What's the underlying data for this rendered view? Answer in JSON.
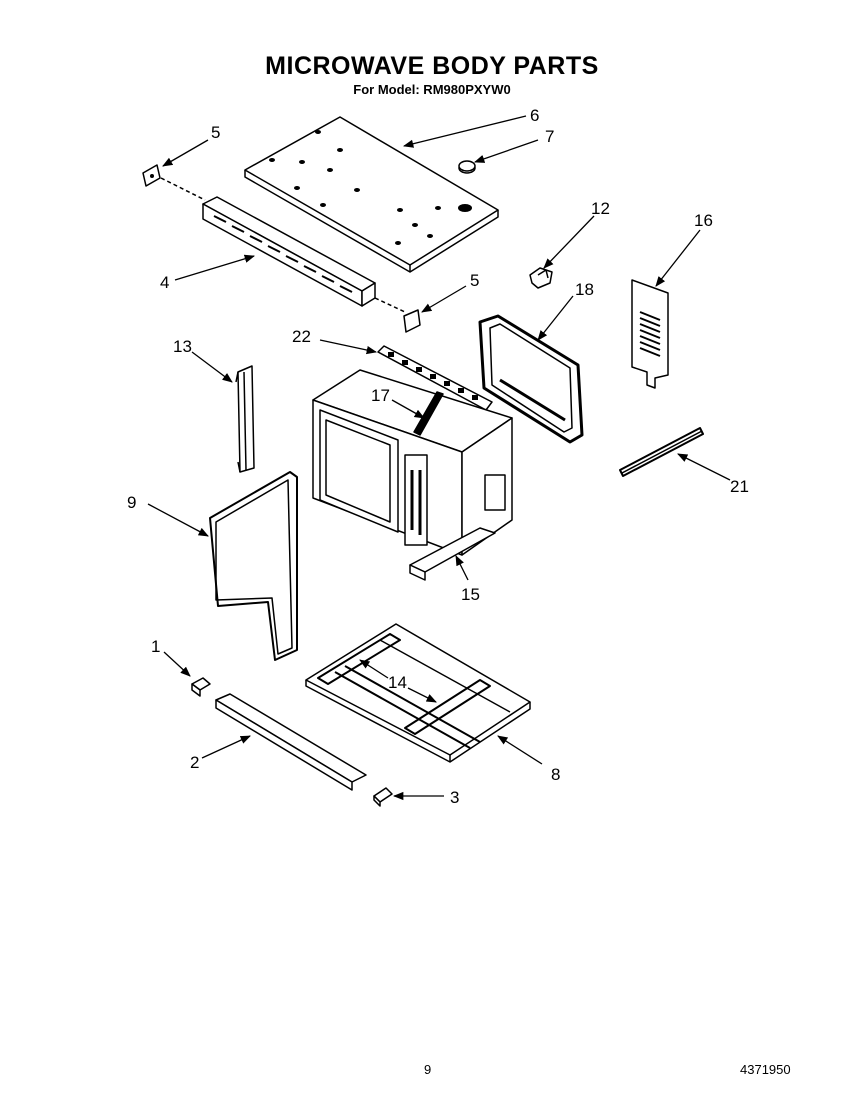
{
  "title": "MICROWAVE BODY PARTS",
  "subtitle": "For Model: RM980PXYW0",
  "page_number": "9",
  "document_number": "4371950",
  "callouts": [
    {
      "id": "5a",
      "label": "5"
    },
    {
      "id": "6",
      "label": "6"
    },
    {
      "id": "7",
      "label": "7"
    },
    {
      "id": "4",
      "label": "4"
    },
    {
      "id": "5b",
      "label": "5"
    },
    {
      "id": "12",
      "label": "12"
    },
    {
      "id": "16",
      "label": "16"
    },
    {
      "id": "18",
      "label": "18"
    },
    {
      "id": "22",
      "label": "22"
    },
    {
      "id": "13",
      "label": "13"
    },
    {
      "id": "17",
      "label": "17"
    },
    {
      "id": "21",
      "label": "21"
    },
    {
      "id": "9",
      "label": "9"
    },
    {
      "id": "15",
      "label": "15"
    },
    {
      "id": "1",
      "label": "1"
    },
    {
      "id": "14",
      "label": "14"
    },
    {
      "id": "2",
      "label": "2"
    },
    {
      "id": "8",
      "label": "8"
    },
    {
      "id": "3",
      "label": "3"
    }
  ]
}
